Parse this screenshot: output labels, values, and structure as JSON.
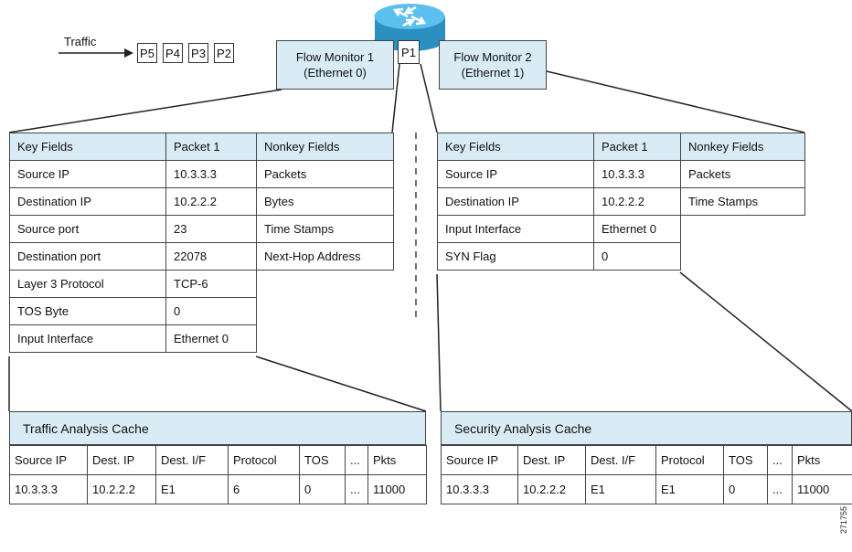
{
  "traffic_label": "Traffic",
  "packets": [
    "P5",
    "P4",
    "P3",
    "P2"
  ],
  "p1_label": "P1",
  "monitors": [
    {
      "line1": "Flow Monitor 1",
      "line2": "(Ethernet 0)"
    },
    {
      "line1": "Flow Monitor 2",
      "line2": "(Ethernet 1)"
    }
  ],
  "flow_table_1": {
    "headers": [
      "Key Fields",
      "Packet 1",
      "Nonkey Fields"
    ],
    "rows": [
      [
        "Source IP",
        "10.3.3.3",
        "Packets"
      ],
      [
        "Destination IP",
        "10.2.2.2",
        "Bytes"
      ],
      [
        "Source port",
        "23",
        "Time Stamps"
      ],
      [
        "Destination port",
        "22078",
        "Next-Hop Address"
      ],
      [
        "Layer 3 Protocol",
        "TCP-6",
        ""
      ],
      [
        "TOS Byte",
        "0",
        ""
      ],
      [
        "Input Interface",
        "Ethernet 0",
        ""
      ]
    ]
  },
  "flow_table_2": {
    "headers": [
      "Key Fields",
      "Packet 1",
      "Nonkey Fields"
    ],
    "rows": [
      [
        "Source IP",
        "10.3.3.3",
        "Packets"
      ],
      [
        "Destination IP",
        "10.2.2.2",
        "Time Stamps"
      ],
      [
        "Input Interface",
        "Ethernet 0",
        ""
      ],
      [
        "SYN Flag",
        "0",
        ""
      ]
    ]
  },
  "cache_1": {
    "title": "Traffic Analysis Cache",
    "headers": [
      "Source IP",
      "Dest. IP",
      "Dest. I/F",
      "Protocol",
      "TOS",
      "...",
      "Pkts"
    ],
    "row": [
      "10.3.3.3",
      "10.2.2.2",
      "E1",
      "6",
      "0",
      "...",
      "11000"
    ]
  },
  "cache_2": {
    "title": "Security Analysis Cache",
    "headers": [
      "Source IP",
      "Dest. IP",
      "Dest. I/F",
      "Protocol",
      "TOS",
      "...",
      "Pkts"
    ],
    "row": [
      "10.3.3.3",
      "10.2.2.2",
      "E1",
      "E1",
      "0",
      "...",
      "11000"
    ]
  },
  "figure_number": "271755",
  "colors": {
    "box_fill": "#d9ebf5",
    "router_fill": "#3aa7d9",
    "line": "#222222"
  }
}
